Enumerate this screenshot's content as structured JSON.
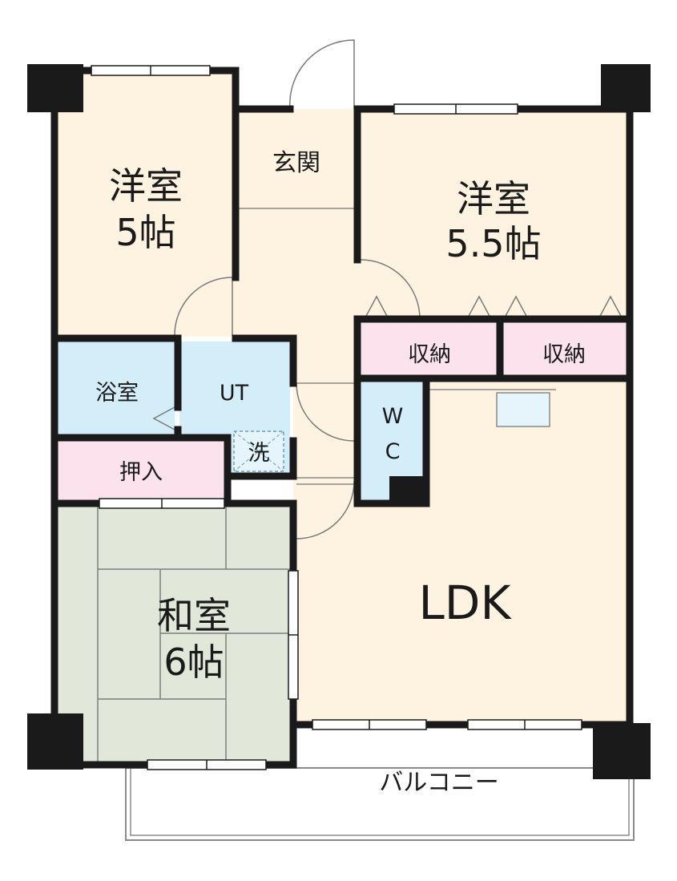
{
  "colors": {
    "western_room": "#fdf3e0",
    "japanese_room": "#e1e8d9",
    "wet_area": "#d3eef8",
    "storage": "#fbe2ec",
    "wall": "#1a1a1a",
    "line": "#8a8a8a"
  },
  "rooms": {
    "western_5": {
      "name": "洋室",
      "size": "5帖"
    },
    "western_55": {
      "name": "洋室",
      "size": "5.5帖"
    },
    "entrance": {
      "name": "玄関"
    },
    "closet_a": {
      "name": "収納"
    },
    "closet_b": {
      "name": "収納"
    },
    "bathroom": {
      "name": "浴室"
    },
    "utility": {
      "name": "UT"
    },
    "washer": {
      "name": "洗"
    },
    "toilet": {
      "line1": "W",
      "line2": "C"
    },
    "oshiire": {
      "name": "押入"
    },
    "japanese_6": {
      "name": "和室",
      "size": "6帖"
    },
    "ldk": {
      "name": "LDK"
    },
    "balcony": {
      "name": "バルコニー"
    }
  }
}
